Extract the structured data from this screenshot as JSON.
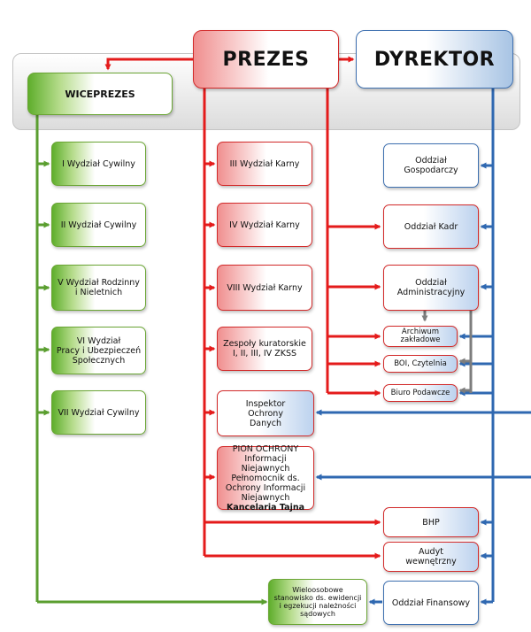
{
  "top": {
    "prezes": "PREZES",
    "dyrektor": "DYREKTOR",
    "wiceprezes": "WICEPREZES"
  },
  "green": [
    "I Wydział Cywilny",
    "II Wydział Cywilny",
    "V Wydział Rodzinny\ni Nieletnich",
    "VI Wydział\nPracy i Ubezpieczeń\nSpołecznych",
    "VII Wydział Cywilny"
  ],
  "red": [
    "III Wydział Karny",
    "IV Wydział Karny",
    "VIII Wydział Karny",
    "Zespoły kuratorskie\nI, II, III, IV  ZKSS"
  ],
  "inspektor": "Inspektor\nOchrony\nDanych",
  "pion": {
    "line1": "PION OCHRONY\nInformacji Niejawnych",
    "line2": "Pełnomocnik ds.\nOchrony Informacji\nNiejawnych",
    "line3": "Kancelaria Tajna"
  },
  "blue": {
    "gospodarczy": "Oddział\nGospodarczy",
    "kadr": "Oddział Kadr",
    "administracyjny": "Oddział\nAdministracyjny",
    "archiwum": "Archiwum\nzakładowe",
    "boi": "BOI, Czytelnia",
    "biuro": "Biuro Podawcze",
    "bhp": "BHP",
    "audyt": "Audyt\nwewnętrzny",
    "finansowy": "Oddział Finansowy"
  },
  "wieloosobowe": "Wieloosobowe\nstanowisko ds. ewidencji\ni egzekucji należności\nsądowych",
  "colors": {
    "green": "#5a9e2f",
    "red": "#e41b1b",
    "blue": "#2f68b1",
    "gray": "#7d7d7d"
  }
}
